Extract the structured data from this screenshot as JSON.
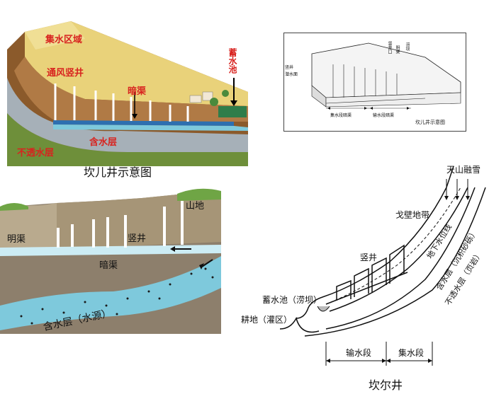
{
  "panel_tl": {
    "label_catchment": "集水区域",
    "label_vent_shaft": "通风竖井",
    "label_reservoir": "蓄水池",
    "label_dark_canal": "暗渠",
    "label_aquifer": "含水层",
    "label_impermeable": "不透水层",
    "caption": "坎儿井示意图"
  },
  "panel_tr": {
    "label_shaft": "竖井",
    "label_seep": "潜水面",
    "label_shaft_mouth": "竖井口",
    "label_open_canal": "明渠",
    "label_dam": "涝坝",
    "label_collect": "集水段暗渠",
    "label_transport": "输水段暗渠",
    "caption": "坎儿井示意图"
  },
  "panel_bl": {
    "label_mountain": "山地",
    "label_open_canal": "明渠",
    "label_shaft": "竖井",
    "label_dark_canal": "暗渠",
    "label_aquifer": "含水层（水源）"
  },
  "panel_br": {
    "label_snow": "天山融雪",
    "label_gobi": "戈壁地带",
    "label_shaft": "竖井",
    "label_water_table": "地下水位线",
    "label_aquifer": "含水层（沉积砂砾）",
    "label_impermeable": "不透水层（页岩）",
    "label_reservoir": "蓄水池（涝坝）",
    "label_farmland": "耕地（灌区）",
    "label_transport": "输水段",
    "label_collect": "集水段",
    "caption": "坎尔井"
  },
  "colors": {
    "sand": "#e9d27a",
    "soil": "#9a6a3a",
    "red_label": "#d8231f",
    "water": "#7ec9dc",
    "earth_gray": "#8d7f6c"
  }
}
